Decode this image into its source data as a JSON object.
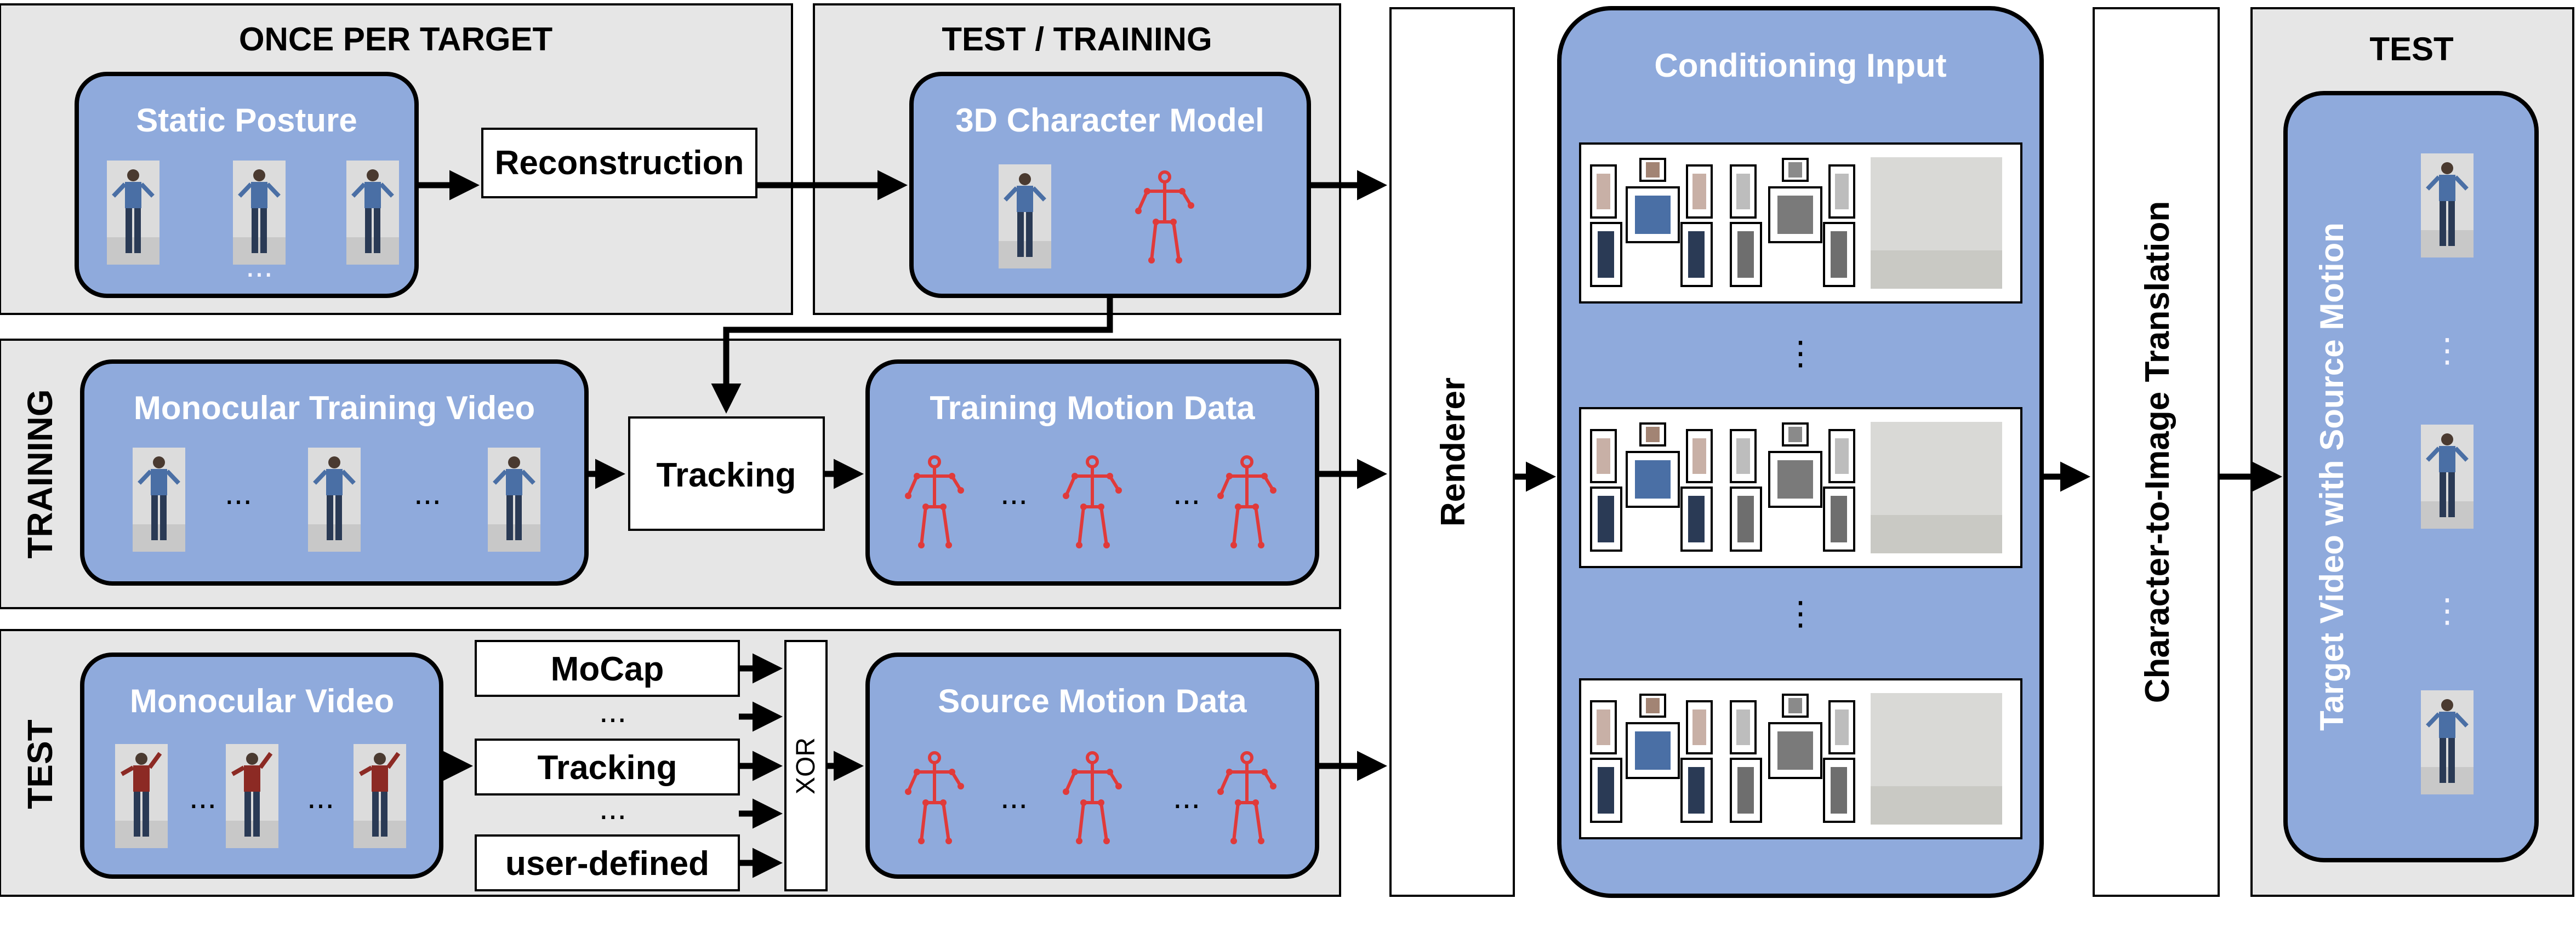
{
  "panels": {
    "once_per_target": "ONCE PER TARGET",
    "test_training": "TEST / TRAINING",
    "training": "TRAINING",
    "test": "TEST",
    "test_right": "TEST"
  },
  "boxes": {
    "static_posture": "Static Posture",
    "reconstruction": "Reconstruction",
    "character_model": "3D Character Model",
    "monocular_training_video": "Monocular Training Video",
    "tracking_training": "Tracking",
    "training_motion_data": "Training Motion Data",
    "monocular_video": "Monocular Video",
    "mocap": "MoCap",
    "tracking_test": "Tracking",
    "user_defined": "user-defined",
    "xor": "XOR",
    "source_motion_data": "Source Motion Data",
    "renderer": "Renderer",
    "conditioning_input": "Conditioning Input",
    "character_to_image": "Character-to-Image Translation",
    "target_video": "Target Video with Source Motion"
  },
  "ellipsis": "...",
  "vertical_ellipsis": "⋮",
  "colors": {
    "panel_bg": "#e6e6e6",
    "blue_box": "#8faadc",
    "shirt_blue": "#4a6fa5",
    "shirt_red": "#8c2a24",
    "skeleton_red": "#e03a3a"
  },
  "icons": [
    "person-photo",
    "skeleton-figure",
    "body-part-crop",
    "floor-background"
  ]
}
